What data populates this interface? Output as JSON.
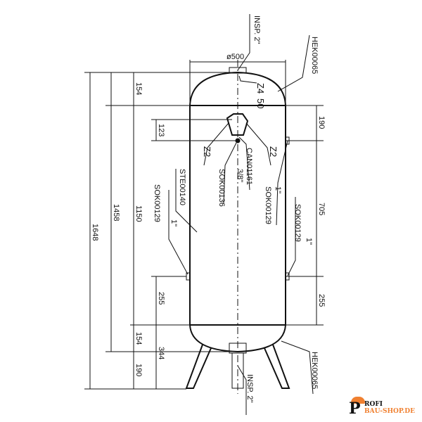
{
  "labels": {
    "insp_top": "INSP. 2\"",
    "insp_bottom": "INSP. 2\"",
    "diameter": "ø500",
    "hek_top": "HEK00065",
    "hek_bottom": "HEK00065",
    "weld_top": "Z4",
    "weld_top_val": "50",
    "weld_left": "Z2",
    "weld_right": "Z2",
    "can": "CAN01161",
    "sok136": "SOK00136",
    "sok136_size": "3/8\"",
    "sok129_right_top": "SOK00129",
    "sok129_right_top_size": "1\"",
    "ste": "STE00140",
    "sok129_left": "SOK00129",
    "sok129_left_size": "1\"",
    "sok129_right": "SOK00129",
    "sok129_right_size": "1\""
  },
  "dimensions": {
    "d1648": "1648",
    "d1458": "1458",
    "d154_top": "154",
    "d1150": "1150",
    "d123": "123",
    "d255_left": "255",
    "d154_bottom": "154",
    "d344": "344",
    "d190_bottom": "190",
    "d190_right": "190",
    "d705": "705",
    "d255_right": "255"
  },
  "logo": {
    "line1": "ROFI",
    "line2": "BAU-SHOP.DE",
    "letter": "P"
  }
}
